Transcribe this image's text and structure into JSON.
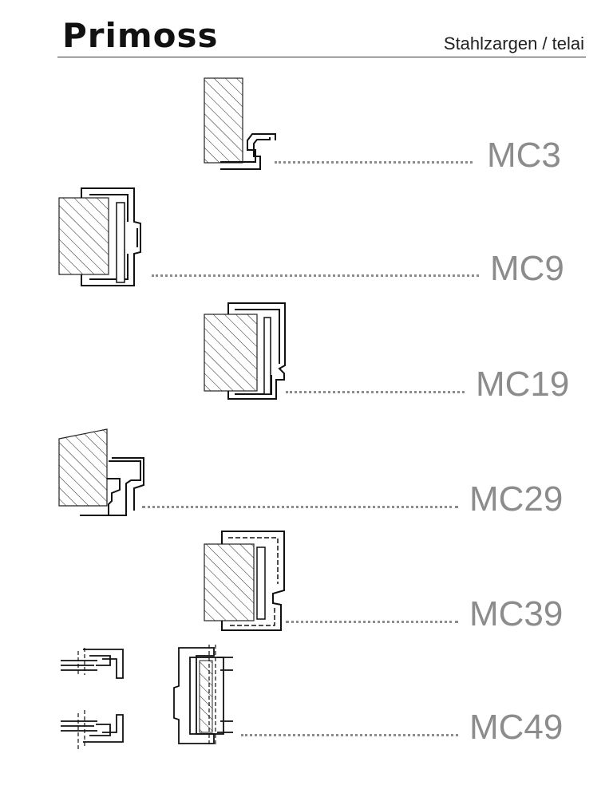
{
  "header": {
    "brand": "Primoss",
    "subtitle": "Stahlzargen / telai"
  },
  "profiles": [
    {
      "code": "MC3"
    },
    {
      "code": "MC9"
    },
    {
      "code": "MC19"
    },
    {
      "code": "MC29"
    },
    {
      "code": "MC39"
    },
    {
      "code": "MC49"
    }
  ],
  "colors": {
    "label": "#8c8c8c",
    "line": "#111111"
  }
}
